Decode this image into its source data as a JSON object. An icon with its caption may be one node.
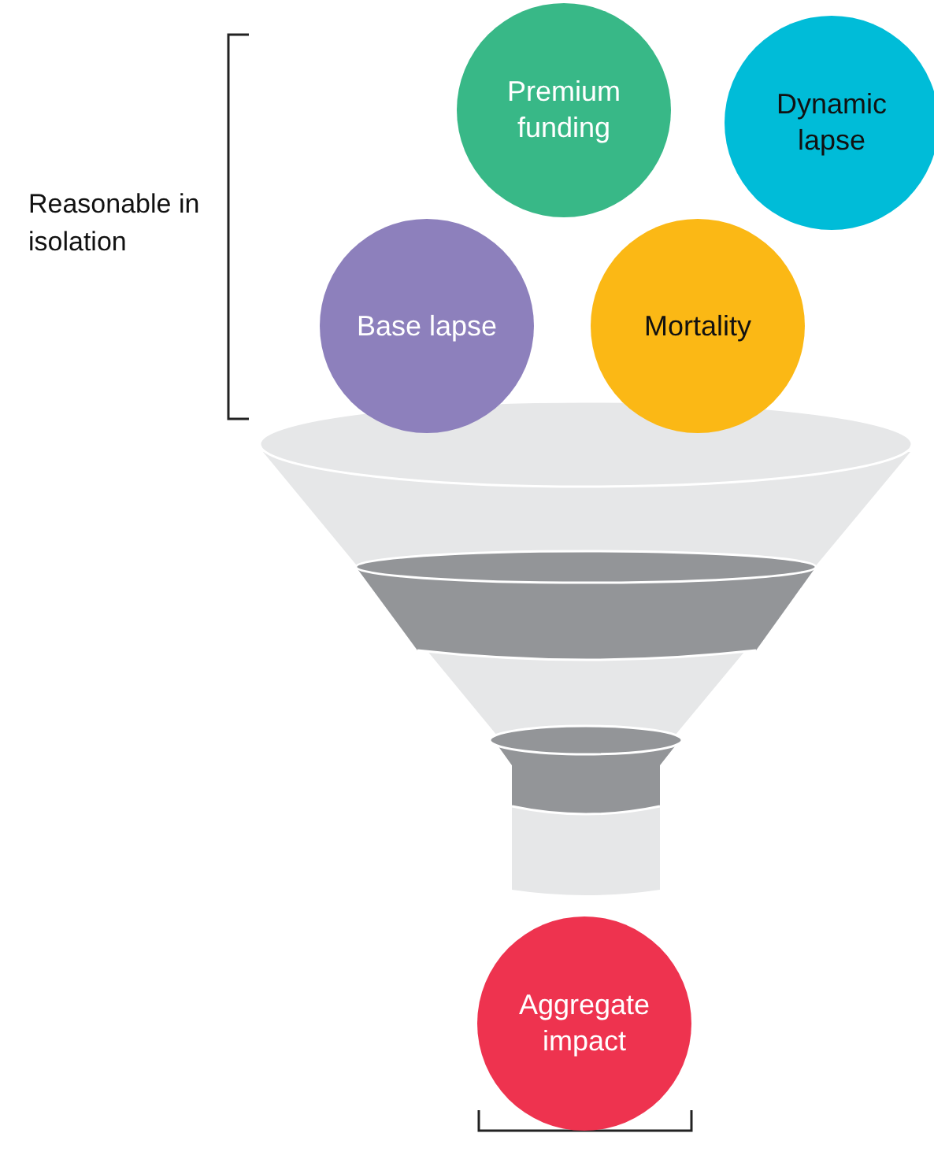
{
  "diagram": {
    "nodes": [
      {
        "text": [
          "Premium funding"
        ]
      },
      {
        "text": [
          "Dynamic lapse"
        ]
      },
      {
        "text": [
          "Base lapse"
        ]
      },
      {
        "text": [
          "Mortality"
        ]
      },
      {
        "text": [
          "Aggregate impact"
        ]
      }
    ],
    "labels": [
      "Reasonable in isolation"
    ]
  }
}
